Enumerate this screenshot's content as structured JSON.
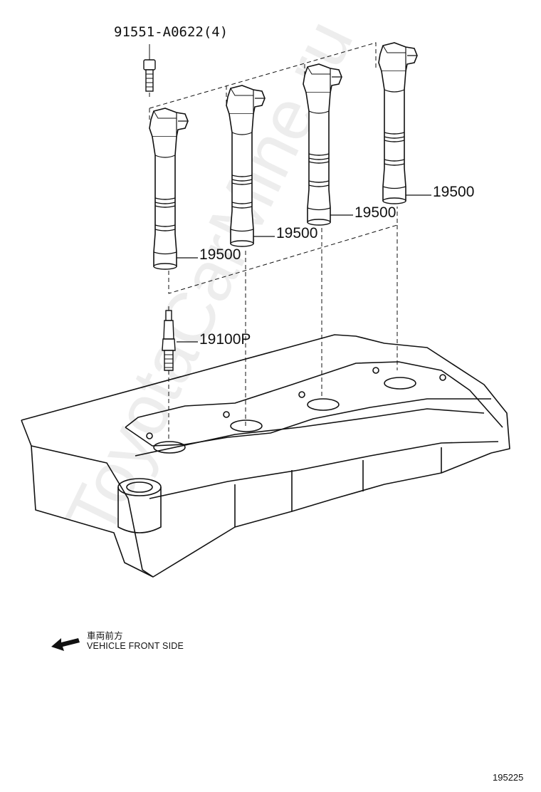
{
  "watermark": "ToyotaCarMine.ru",
  "labels": {
    "bolt": "91551-A0622(4)",
    "coil_1": "19500",
    "coil_2": "19500",
    "coil_3": "19500",
    "coil_4": "19500",
    "spark_plug": "19100P"
  },
  "direction": {
    "japanese": "車両前方",
    "english": "VEHICLE FRONT SIDE",
    "icon": "arrow-left-icon"
  },
  "figure_code": "195225"
}
